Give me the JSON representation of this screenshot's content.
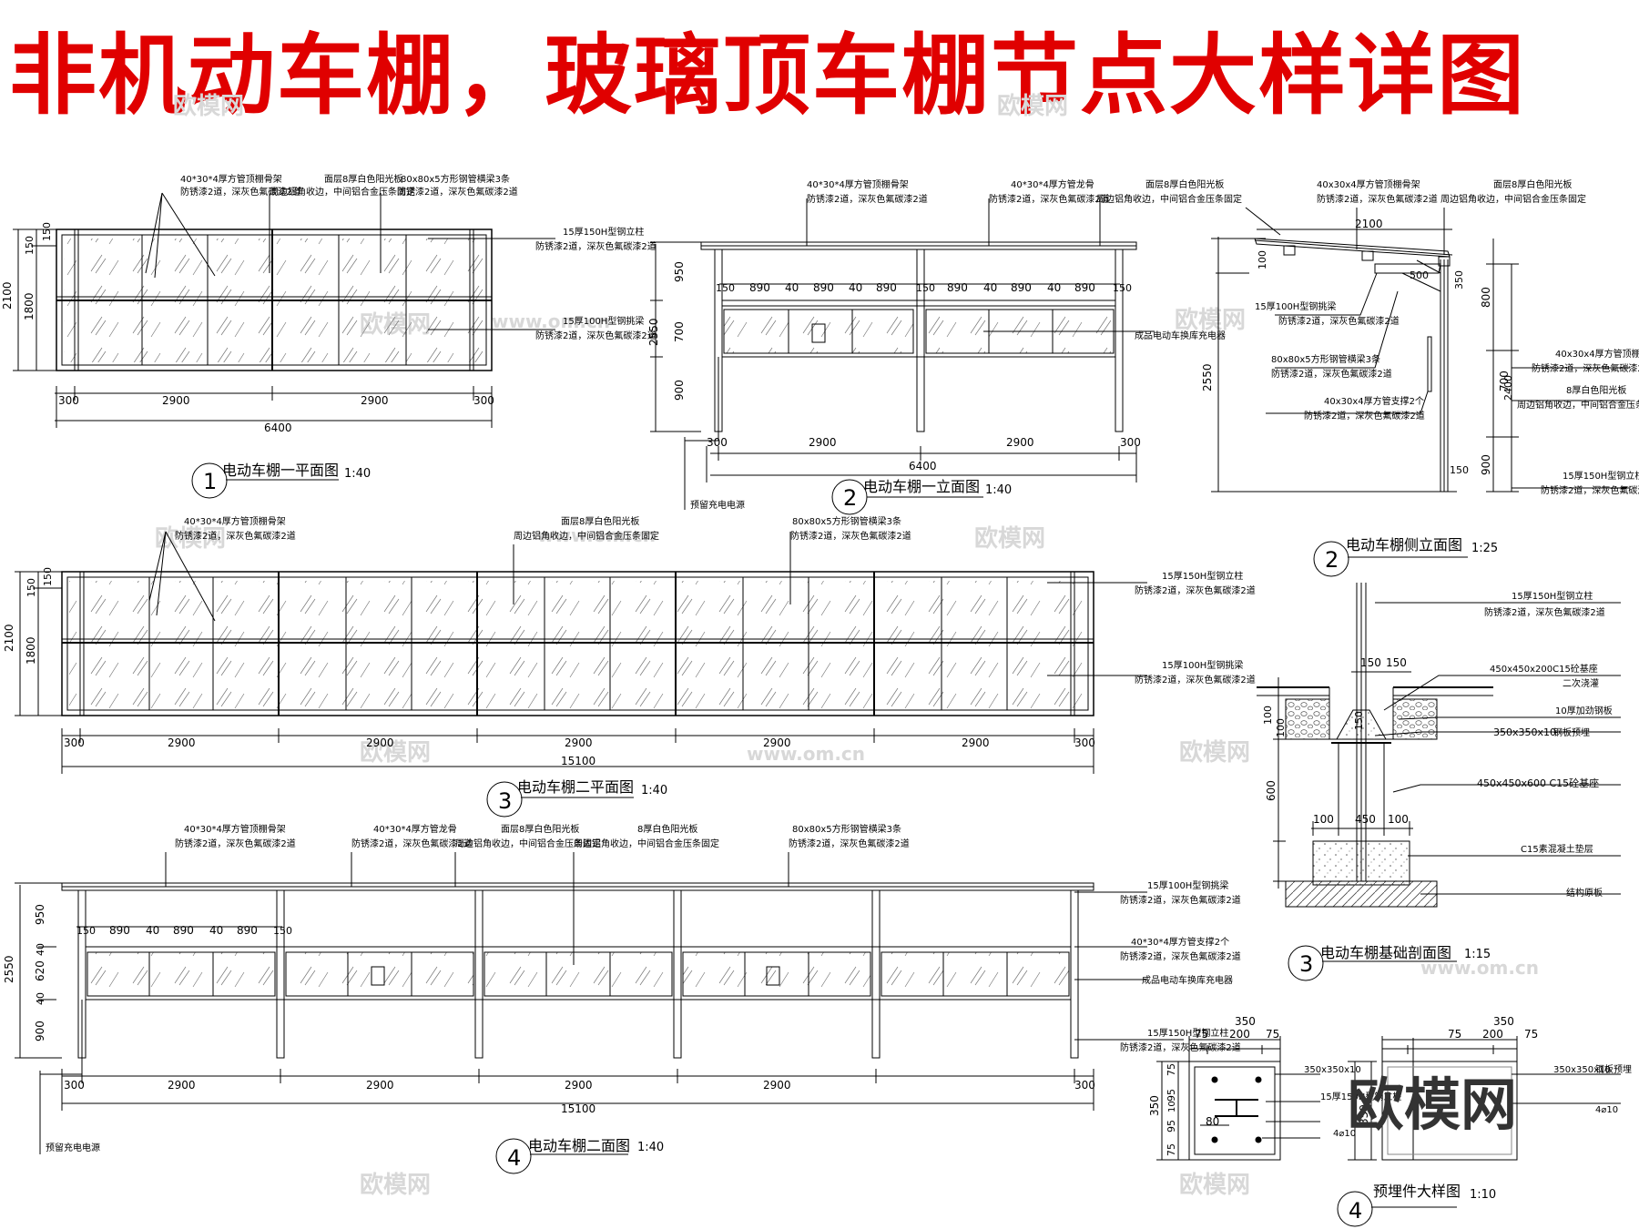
{
  "title": "非机动车棚，玻璃顶车棚节点大样详图",
  "watermark": {
    "brand": "欧模网",
    "site": "www.om.cn"
  },
  "views": {
    "v1": {
      "num": "1",
      "name": "电动车棚一平面图",
      "scale": "1:40"
    },
    "v2": {
      "num": "2",
      "name": "电动车棚一立面图",
      "scale": "1:40"
    },
    "v2s": {
      "num": "2",
      "name": "电动车棚侧立面图",
      "scale": "1:25"
    },
    "v3": {
      "num": "3",
      "name": "电动车棚二平面图",
      "scale": "1:40"
    },
    "v3f": {
      "num": "3",
      "name": "电动车棚基础剖面图",
      "scale": "1:15"
    },
    "v4": {
      "num": "4",
      "name": "电动车棚二面图",
      "scale": "1:40"
    },
    "v4e": {
      "num": "4",
      "name": "预埋件大样图",
      "scale": "1:10"
    }
  },
  "notes": {
    "tube40_frame": "40*30*4厚方管顶棚骨架",
    "tube40_frame_b": "40x30x4厚方管顶棚骨架",
    "tube40_bone": "40*30*4厚方管龙骨",
    "rust": "防锈漆2道，深灰色氟碳漆2道",
    "sheet_top": "面层8厚白色阳光板",
    "sheet_8": "8厚白色阳光板",
    "sheet_fix": "周边铝角收边，中间铝合金压条固定",
    "tube80": "80x80x5方形钢管横梁3条",
    "col150": "15厚150H型钢立柱",
    "beam100": "15厚100H型钢挑梁",
    "tube40_brace": "40x30x4厚方管支撑2个",
    "tube40_brace_b": "40*30*4厚方管支撑2个",
    "charger": "成品电动车换库充电器",
    "reserve": "预留充电电源",
    "found1": "450x450x200C15砼基座",
    "found1b": "二次浇灌",
    "plate10": "10厚加劲钢板",
    "plate350": "350x350x10",
    "plate350b": "钢板预埋",
    "found2": "450x450x600 C15砼基座",
    "c15": "C15素混凝土垫层",
    "soil": "结构原板",
    "bolt": "4⌀10"
  },
  "dims": {
    "d100": "100",
    "d150": "150",
    "d200": "200",
    "d300": "300",
    "d350": "350",
    "d40": "40",
    "d450": "450",
    "d500": "500",
    "d600": "600",
    "d620": "620",
    "d700": "700",
    "d75": "75",
    "d80": "80",
    "d800": "800",
    "d890": "890",
    "d900": "900",
    "d95": "95",
    "d950": "950",
    "d10": "10",
    "d1800": "1800",
    "d2100": "2100",
    "d2400": "2400",
    "d2550": "2550",
    "d2900": "2900",
    "d6400": "6400",
    "d15100": "15100"
  }
}
